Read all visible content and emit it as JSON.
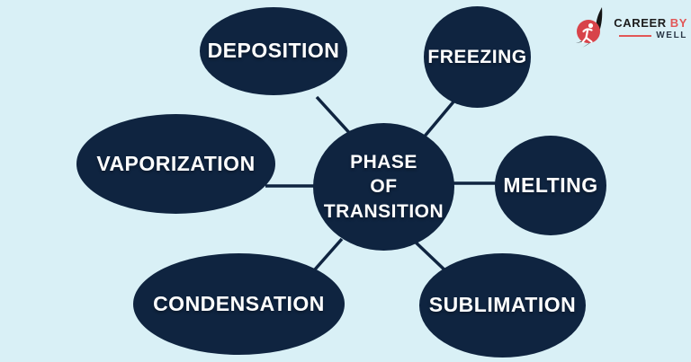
{
  "diagram": {
    "type": "radial-concept-map",
    "center_node": {
      "id": "phase-of-transition",
      "label": "PHASE\nOF\nTRANSITION"
    },
    "nodes": [
      {
        "id": "deposition",
        "label": "DEPOSITION"
      },
      {
        "id": "freezing",
        "label": "FREEZING"
      },
      {
        "id": "vaporization",
        "label": "VAPORIZATION"
      },
      {
        "id": "melting",
        "label": "MELTING"
      },
      {
        "id": "condensation",
        "label": "CONDENSATION"
      },
      {
        "id": "sublimation",
        "label": "SUBLIMATION"
      }
    ]
  },
  "logo": {
    "brand_word1": "CAREER",
    "brand_word2": "BY",
    "brand_word3": "WELL",
    "mark": "person-figure-logo-icon"
  },
  "colors": {
    "background": "#d9f0f6",
    "node_fill": "#0f2440",
    "node_text": "#ffffff",
    "connector": "#0f2440",
    "logo_red": "#e25757",
    "logo_circle_red": "#d8434a",
    "logo_black": "#1c1c1c",
    "logo_navy": "#2a3746"
  }
}
